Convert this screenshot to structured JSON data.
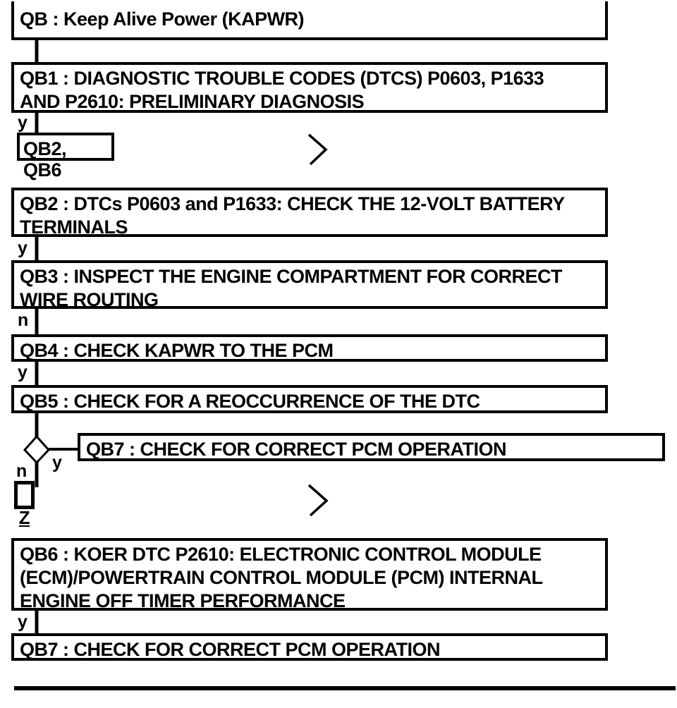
{
  "colors": {
    "ink": "#000000",
    "paper": "#ffffff"
  },
  "icons": {
    "continuation": "chevron-right",
    "decision": "diamond"
  },
  "flowchart": {
    "title": "QB : Keep Alive Power (KAPWR)",
    "branch_labels": {
      "yes": "y",
      "no": "n"
    },
    "off_page_ref": "Z",
    "steps": {
      "qb1": "QB1 : DIAGNOSTIC TROUBLE CODES (DTCS) P0603, P1633\nAND P2610: PRELIMINARY DIAGNOSIS",
      "ref_qb2_qb6": "QB2, QB6",
      "qb2": "QB2 : DTCs P0603 and P1633: CHECK THE 12-VOLT BATTERY\nTERMINALS",
      "qb3": "QB3 : INSPECT THE ENGINE COMPARTMENT FOR CORRECT\nWIRE ROUTING",
      "qb4": "QB4 : CHECK KAPWR TO THE PCM",
      "qb5": "QB5 : CHECK FOR A REOCCURRENCE OF THE DTC",
      "qb7_branch": "QB7 : CHECK FOR CORRECT PCM OPERATION",
      "qb6": "QB6 : KOER DTC P2610: ELECTRONIC CONTROL MODULE\n(ECM)/POWERTRAIN CONTROL MODULE (PCM) INTERNAL\nENGINE OFF TIMER PERFORMANCE",
      "qb7": "QB7 : CHECK FOR CORRECT PCM OPERATION"
    }
  }
}
